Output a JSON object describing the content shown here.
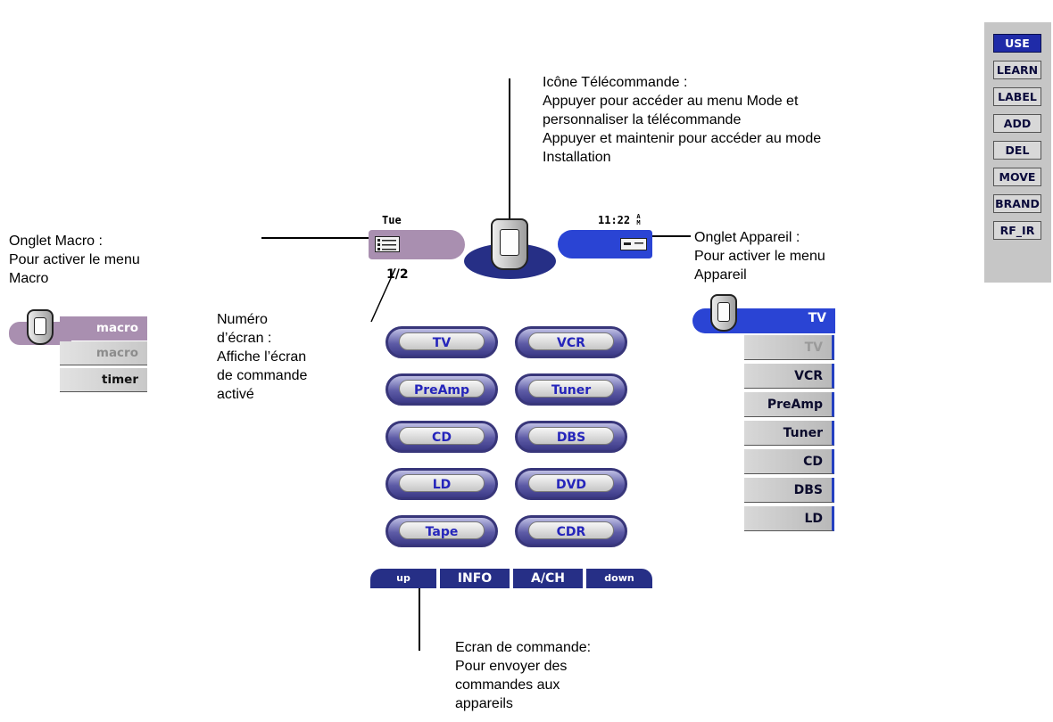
{
  "toolbar": {
    "buttons": [
      "USE",
      "LEARN",
      "LABEL",
      "ADD",
      "DEL",
      "MOVE",
      "BRAND",
      "RF_IR"
    ],
    "active": "USE"
  },
  "callouts": {
    "remote_icon": [
      "Icône Télécommande :",
      "Appuyer pour accéder au menu Mode et",
      "personnaliser la télécommande",
      "Appuyer et maintenir pour accéder au mode",
      "Installation"
    ],
    "macro_tab": [
      "Onglet Macro :",
      "Pour activer le menu",
      "Macro"
    ],
    "device_tab": [
      "Onglet Appareil :",
      "Pour activer le menu",
      "Appareil"
    ],
    "screen_number": [
      "Numéro",
      "d’écran :",
      "Affiche l’écran",
      "de commande",
      "activé"
    ],
    "command_screen": [
      "Ecran de commande:",
      "Pour envoyer des",
      "commandes aux",
      "appareils"
    ]
  },
  "remote": {
    "day": "Tue",
    "time": "11:22",
    "ampm": [
      "A",
      "M"
    ],
    "page": "1/2",
    "devices": [
      [
        "TV",
        "VCR"
      ],
      [
        "PreAmp",
        "Tuner"
      ],
      [
        "CD",
        "DBS"
      ],
      [
        "LD",
        "DVD"
      ],
      [
        "Tape",
        "CDR"
      ]
    ],
    "bottom": [
      "up",
      "INFO",
      "A/CH",
      "down"
    ]
  },
  "macro_menu": {
    "items": [
      "macro",
      "macro",
      "timer"
    ]
  },
  "device_menu": {
    "items": [
      "TV",
      "TV",
      "VCR",
      "PreAmp",
      "Tuner",
      "CD",
      "DBS",
      "LD"
    ]
  },
  "colors": {
    "remote_blue": "#262f86",
    "tab_purple": "#a98fb0",
    "tab_blue": "#2a44d4",
    "button_text": "#2525bb",
    "toolbar_active": "#1f2ba8"
  },
  "icons": [
    "remote-icon",
    "macro-list-icon",
    "device-vcr-icon"
  ]
}
